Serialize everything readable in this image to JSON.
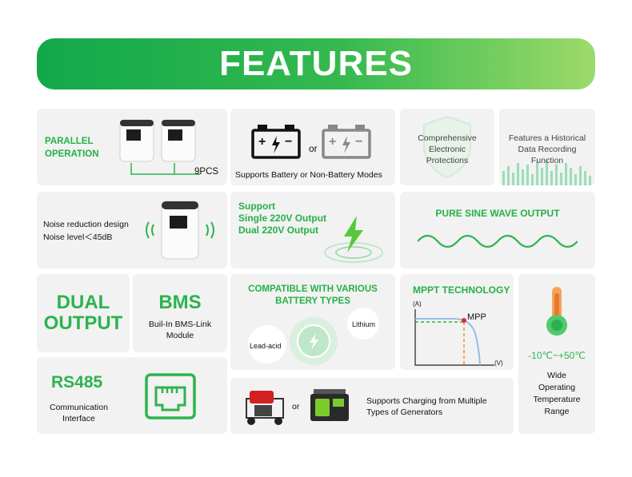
{
  "header": {
    "title": "FEATURES"
  },
  "cards": {
    "parallel": {
      "line1": "PARALLEL",
      "line2": "OPERATION",
      "count": "9PCS"
    },
    "battery": {
      "or": "or",
      "caption": "Supports Battery or Non-Battery Modes"
    },
    "protection": {
      "line1": "Comprehensive",
      "line2": "Electronic",
      "line3": "Protections"
    },
    "history": {
      "line1": "Features a Historical",
      "line2": "Data Recording",
      "line3": "Function"
    },
    "noise": {
      "line1": "Noise reduction design",
      "line2": "Noise level＜45dB"
    },
    "support": {
      "line1": "Support",
      "line2": "Single 220V Output",
      "line3": "Dual 220V Output"
    },
    "sine": {
      "title": "PURE SINE WAVE OUTPUT"
    },
    "dual": {
      "line1": "DUAL",
      "line2": "OUTPUT"
    },
    "bms": {
      "title": "BMS",
      "line1": "Buil-In BMS-Link",
      "line2": "Module"
    },
    "compat": {
      "line1": "COMPATIBLE WITH VARIOUS",
      "line2": "BATTERY TYPES",
      "lithium": "Lithium",
      "lead": "Lead-acid"
    },
    "mppt": {
      "title": "MPPT TECHNOLOGY",
      "y_unit": "(A)",
      "x_unit": "(V)",
      "point": "MPP"
    },
    "temp": {
      "range": "-10℃~+50℃",
      "line1": "Wide",
      "line2": "Operating",
      "line3": "Temperature",
      "line4": "Range"
    },
    "rs485": {
      "title": "RS485",
      "line1": "Communication",
      "line2": "Interface"
    },
    "generator": {
      "or": "or",
      "line1": "Supports Charging from Multiple",
      "line2": "Types of Generators"
    }
  },
  "colors": {
    "accent": "#2db34f",
    "card": "#f1f2f1",
    "banner_start": "#12a84a",
    "banner_end": "#9edb6a"
  }
}
